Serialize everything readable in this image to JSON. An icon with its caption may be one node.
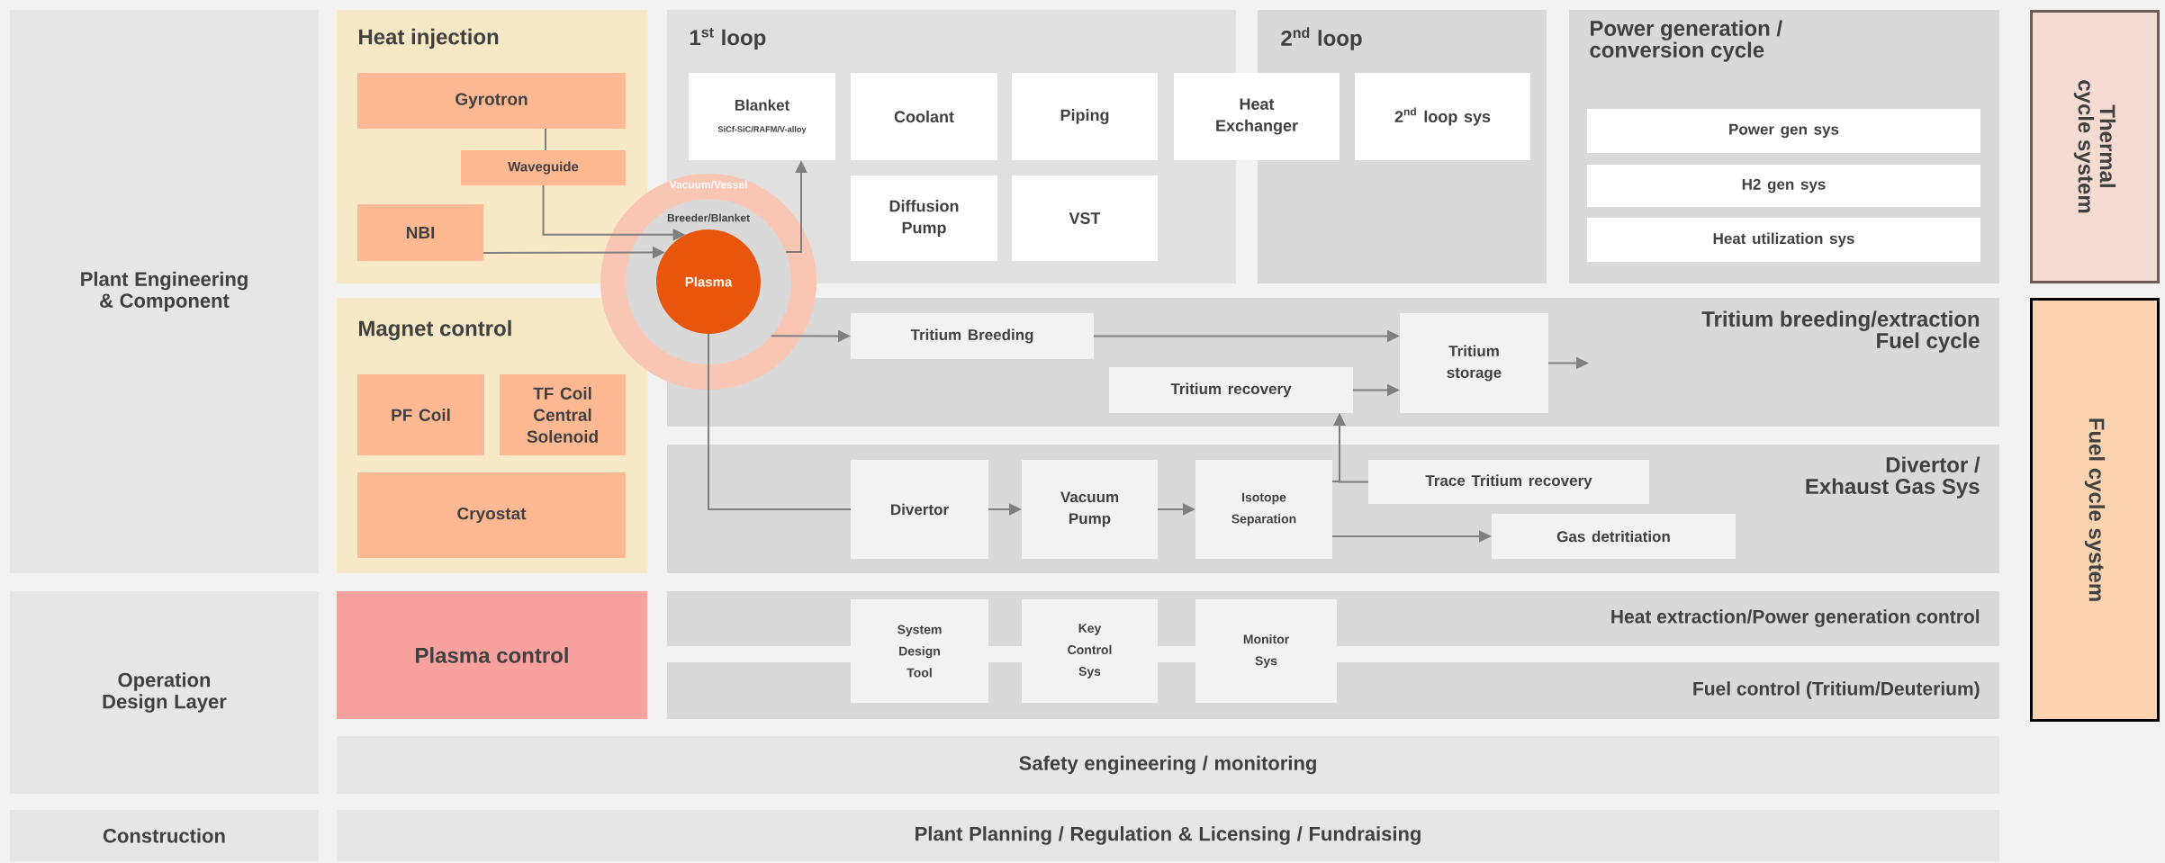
{
  "diagram": {
    "nodes": [
      {
        "text": [
          "Plant Engineering & Component"
        ]
      },
      {
        "text": [
          "Heat injection"
        ]
      },
      {
        "text": [
          "Gyrotron"
        ],
        "in": 1
      },
      {
        "text": [
          "Waveguide"
        ],
        "in": 1
      },
      {
        "text": [
          "NBI"
        ],
        "in": 1
      },
      {
        "text": [
          "1$^{st}$ loop"
        ]
      },
      {
        "text": [
          "Blanket",
          "SiCf-SiC/RAFM/V-alloy"
        ],
        "in": 5
      },
      {
        "text": [
          "Coolant"
        ],
        "in": 5
      },
      {
        "text": [
          "Piping"
        ],
        "in": 5
      },
      {
        "text": [
          "Heat Exchanger"
        ]
      },
      {
        "text": [
          "Diffusion Pump"
        ],
        "in": 5
      },
      {
        "text": [
          "VST"
        ],
        "in": 5
      },
      {
        "text": [
          "2$^{nd}$ loop"
        ]
      },
      {
        "text": [
          "2$^{nd}$ loop sys"
        ],
        "in": 12
      },
      {
        "text": [
          "Power generation / conversion cycle"
        ]
      },
      {
        "text": [
          "Power gen sys"
        ],
        "in": 14
      },
      {
        "text": [
          "H2 gen sys"
        ],
        "in": 14
      },
      {
        "text": [
          "Heat utilization sys"
        ],
        "in": 14
      },
      {
        "text": [
          "Thermal cycle system"
        ]
      },
      {
        "text": [
          "Vacuum/Vessel"
        ]
      },
      {
        "text": [
          "Breeder/Blanket"
        ],
        "in": 19
      },
      {
        "text": [
          "Plasma"
        ],
        "in": 20
      },
      {
        "text": [
          "Magnet control"
        ]
      },
      {
        "text": [
          "PF Coil"
        ],
        "in": 22
      },
      {
        "text": [
          "TF Coil Central Solenoid"
        ],
        "in": 22
      },
      {
        "text": [
          "Cryostat"
        ],
        "in": 22
      },
      {
        "text": [
          "Tritium breeding/extraction Fuel cycle"
        ]
      },
      {
        "text": [
          "Tritium Breeding"
        ],
        "in": 26
      },
      {
        "text": [
          "Tritium storage"
        ],
        "in": 26
      },
      {
        "text": [
          "Tritium recovery"
        ],
        "in": 26
      },
      {
        "text": [
          "Fuel cycle system"
        ]
      },
      {
        "text": [
          "Divertor / Exhaust Gas Sys"
        ]
      },
      {
        "text": [
          "Divertor"
        ],
        "in": 31
      },
      {
        "text": [
          "Vacuum Pump"
        ],
        "in": 31
      },
      {
        "text": [
          "Isotope Separation"
        ],
        "in": 31
      },
      {
        "text": [
          "Trace Tritium recovery"
        ],
        "in": 31
      },
      {
        "text": [
          "Gas detritiation"
        ],
        "in": 31
      },
      {
        "text": [
          "Operation Design Layer"
        ]
      },
      {
        "text": [
          "Plasma control"
        ]
      },
      {
        "text": [
          "Heat extraction/Power generation control"
        ]
      },
      {
        "text": [
          "Fuel control (Tritium/Deuterium)"
        ]
      },
      {
        "text": [
          "System Design Tool"
        ]
      },
      {
        "text": [
          "Key Control Sys"
        ]
      },
      {
        "text": [
          "Monitor Sys"
        ]
      },
      {
        "text": [
          "Safety engineering / monitoring"
        ]
      },
      {
        "text": [
          "Construction"
        ]
      },
      {
        "text": [
          "Plant Planning / Regulation & Licensing / Fundraising"
        ]
      }
    ],
    "edges": [
      {
        "from": 2,
        "to": 3,
        "arrow": "none"
      },
      {
        "from": 3,
        "to": 21,
        "arrow": "to"
      },
      {
        "from": 4,
        "to": 21,
        "arrow": "to"
      },
      {
        "from": 20,
        "to": 6,
        "arrow": "to"
      },
      {
        "from": 20,
        "to": 27,
        "arrow": "to"
      },
      {
        "from": 21,
        "to": 32,
        "arrow": "none"
      },
      {
        "from": 27,
        "to": 28,
        "arrow": "to"
      },
      {
        "from": 29,
        "to": 28,
        "arrow": "to"
      },
      {
        "from": 28,
        "to": null,
        "arrow": "to"
      },
      {
        "from": 32,
        "to": 33,
        "arrow": "to"
      },
      {
        "from": 33,
        "to": 34,
        "arrow": "to"
      },
      {
        "from": 34,
        "to": 29,
        "arrow": "to"
      },
      {
        "from": 35,
        "to": 29,
        "arrow": "to"
      },
      {
        "from": 34,
        "to": 36,
        "arrow": "to"
      }
    ]
  }
}
